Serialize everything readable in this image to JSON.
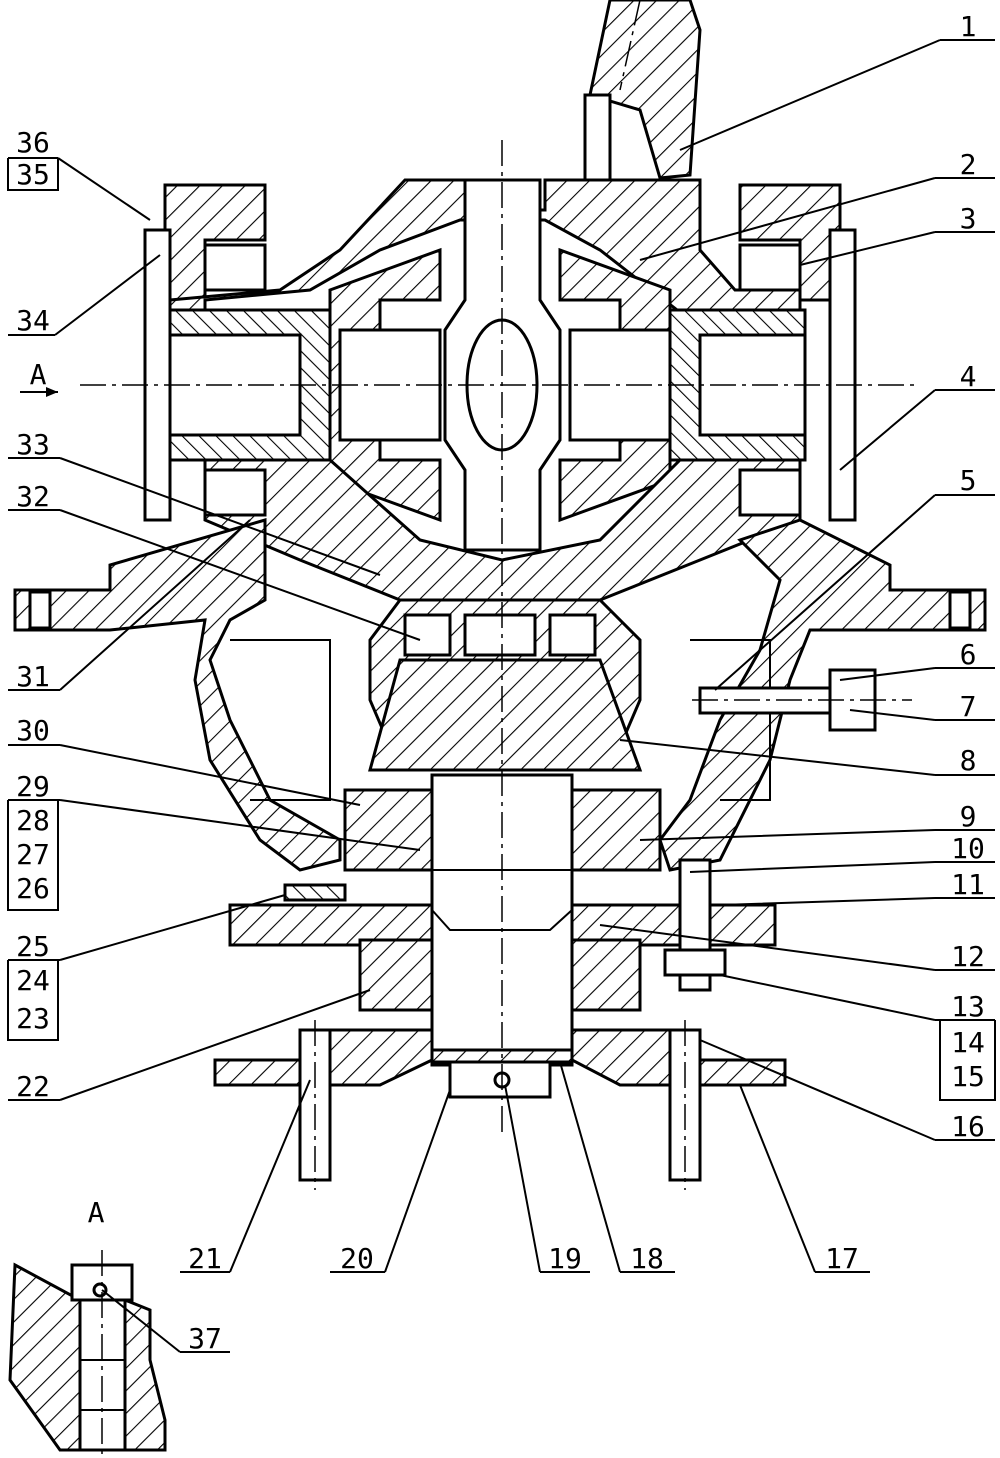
{
  "diagram": {
    "view_label": "A",
    "detail_label": "A",
    "right_labels": [
      "1",
      "2",
      "3",
      "4",
      "5",
      "6",
      "7",
      "8",
      "9",
      "10",
      "11",
      "12",
      "13",
      "14",
      "15",
      "16"
    ],
    "left_labels": [
      "36",
      "35",
      "34",
      "33",
      "32",
      "31",
      "30",
      "29",
      "28",
      "27",
      "26",
      "25",
      "24",
      "23",
      "22"
    ],
    "bottom_labels": [
      "21",
      "20",
      "19",
      "18",
      "17"
    ],
    "detail_part_label": "37"
  }
}
